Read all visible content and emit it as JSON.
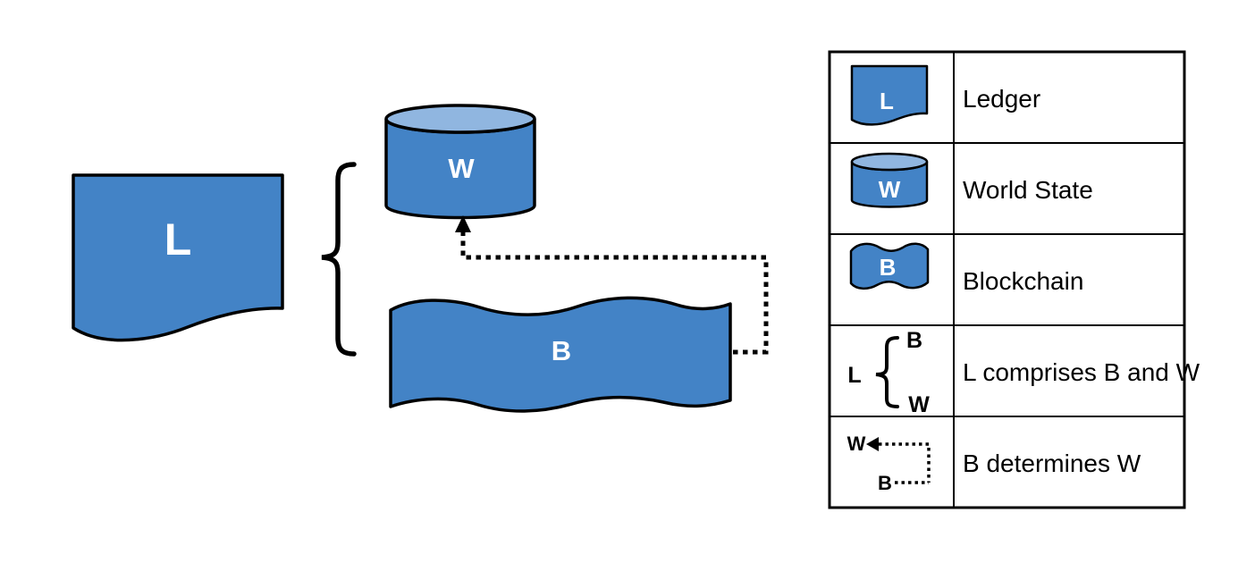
{
  "diagram": {
    "ledger_label": "L",
    "world_state_label": "W",
    "blockchain_label": "B"
  },
  "legend": {
    "rows": [
      {
        "icon": "ledger-icon",
        "icon_letter": "L",
        "label": "Ledger"
      },
      {
        "icon": "world-state-icon",
        "icon_letter": "W",
        "label": "World State"
      },
      {
        "icon": "blockchain-icon",
        "icon_letter": "B",
        "label": "Blockchain"
      },
      {
        "icon": "comprises-icon",
        "icon_letters": {
          "l": "L",
          "b": "B",
          "w": "W"
        },
        "label": "L comprises B and W"
      },
      {
        "icon": "determines-icon",
        "icon_letters": {
          "w": "W",
          "b": "B"
        },
        "label": "B determines W"
      }
    ]
  },
  "colors": {
    "shape_fill": "#4383C6",
    "cylinder_top_fill": "#90B6E0",
    "outline": "#000000",
    "shape_label_text": "#FFFFFF",
    "legend_text": "#000000",
    "background": "#FFFFFF"
  }
}
